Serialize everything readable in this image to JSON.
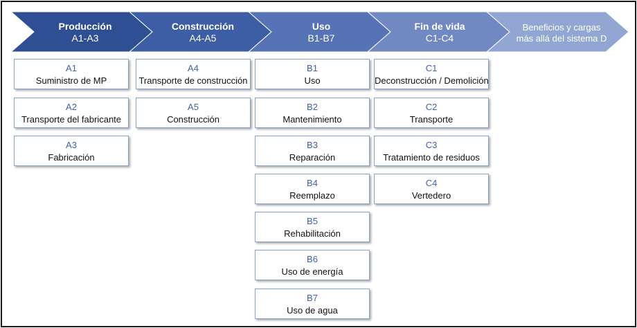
{
  "stages": [
    {
      "title": "Producción",
      "codes": "A1-A3",
      "items": [
        {
          "code": "A1",
          "label": "Suministro de MP"
        },
        {
          "code": "A2",
          "label": "Transporte del fabricante"
        },
        {
          "code": "A3",
          "label": "Fabricación"
        }
      ]
    },
    {
      "title": "Construcción",
      "codes": "A4-A5",
      "items": [
        {
          "code": "A4",
          "label": "Transporte de construcción"
        },
        {
          "code": "A5",
          "label": "Construcción"
        }
      ]
    },
    {
      "title": "Uso",
      "codes": "B1-B7",
      "items": [
        {
          "code": "B1",
          "label": "Uso"
        },
        {
          "code": "B2",
          "label": "Mantenimiento"
        },
        {
          "code": "B3",
          "label": "Reparación"
        },
        {
          "code": "B4",
          "label": "Reemplazo"
        },
        {
          "code": "B5",
          "label": "Rehabilitación"
        },
        {
          "code": "B6",
          "label": "Uso de energía"
        },
        {
          "code": "B7",
          "label": "Uso de agua"
        }
      ]
    },
    {
      "title": "Fin de vida",
      "codes": "C1-C4",
      "items": [
        {
          "code": "C1",
          "label": "Deconstrucción / Demolición"
        },
        {
          "code": "C2",
          "label": "Transporte"
        },
        {
          "code": "C3",
          "label": "Tratamiento de residuos"
        },
        {
          "code": "C4",
          "label": "Vertedero"
        }
      ]
    }
  ],
  "beyond": {
    "line1": "Beneficios y cargas",
    "line2": "más allá del sistema D"
  },
  "colors": {
    "chevrons": [
      "#2f4f95",
      "#3d5ea4",
      "#5673b5",
      "#7189c3",
      "#92a6d4"
    ],
    "box_border": "#8aa2cf",
    "code_text": "#3f62ab"
  }
}
